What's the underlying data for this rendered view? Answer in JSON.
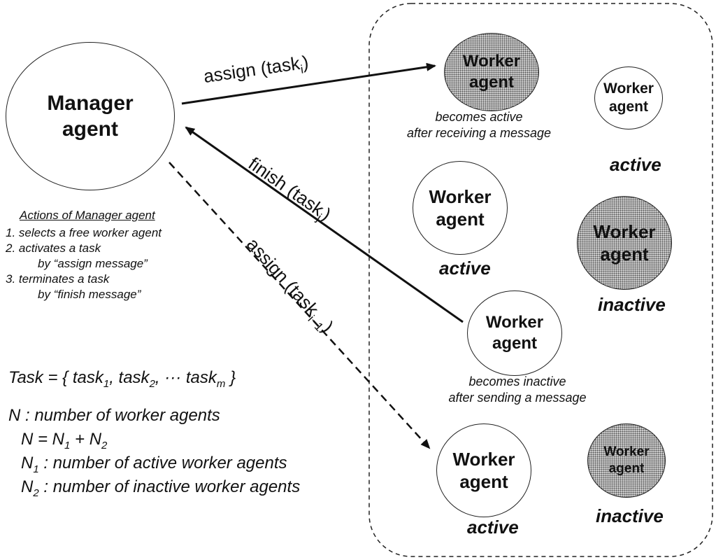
{
  "manager": {
    "name_line1": "Manager",
    "name_line2": "agent"
  },
  "workers": [
    {
      "line1": "Worker",
      "line2": "agent",
      "state": "",
      "caption_line1": "becomes active",
      "caption_line2": "after receiving a message",
      "inactive": true
    },
    {
      "line1": "Worker",
      "line2": "agent",
      "state": "active",
      "caption_line1": "",
      "caption_line2": "",
      "inactive": false
    },
    {
      "line1": "Worker",
      "line2": "agent",
      "state": "active",
      "caption_line1": "",
      "caption_line2": "",
      "inactive": false
    },
    {
      "line1": "Worker",
      "line2": "agent",
      "state": "inactive",
      "caption_line1": "",
      "caption_line2": "",
      "inactive": true
    },
    {
      "line1": "Worker",
      "line2": "agent",
      "state": "",
      "caption_line1": "becomes inactive",
      "caption_line2": "after sending a message",
      "inactive": false
    },
    {
      "line1": "Worker",
      "line2": "agent",
      "state": "active",
      "caption_line1": "",
      "caption_line2": "",
      "inactive": false
    },
    {
      "line1": "Worker",
      "line2": "agent",
      "state": "inactive",
      "caption_line1": "",
      "caption_line2": "",
      "inactive": true
    }
  ],
  "messages": {
    "assign_i": {
      "text": "assign (task",
      "sub": "i",
      "close": ")"
    },
    "finish_j": {
      "text": "finish (task",
      "sub": "j",
      "close": ")"
    },
    "assign_i1": {
      "text": "assign (task",
      "sub": "i−1",
      "close": ")"
    }
  },
  "actions": {
    "title": "Actions of Manager agent",
    "item1": "1. selects a free worker agent",
    "item2": "2. activates a task",
    "item2b": "by “assign message”",
    "item3": "3. terminates a task",
    "item3b": "by “finish message”"
  },
  "definitions": {
    "task_prefix": "Task = { task",
    "task_s1": "1",
    "task_mid1": ", task",
    "task_s2": "2",
    "task_mid2": ", ···  task",
    "task_sm": "m",
    "task_suffix": " }",
    "n_def": "N : number of worker agents",
    "n_eq_a": "N = N",
    "n_eq_s1": "1",
    "n_eq_b": " + N",
    "n_eq_s2": "2",
    "n1_a": "N",
    "n1_s": "1",
    "n1_b": " : number of active worker agents",
    "n2_a": "N",
    "n2_s": "2",
    "n2_b": " : number of inactive worker agents"
  }
}
